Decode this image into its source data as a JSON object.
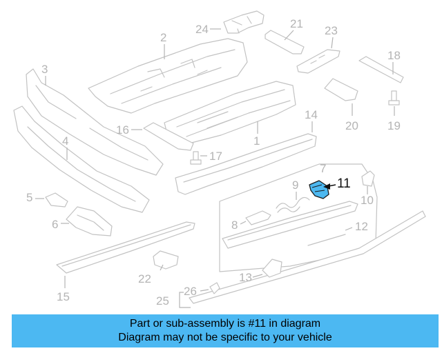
{
  "callouts": {
    "n1": "1",
    "n2": "2",
    "n3": "3",
    "n4": "4",
    "n5": "5",
    "n6": "6",
    "n7": "7",
    "n8": "8",
    "n9": "9",
    "n10": "10",
    "n11": "11",
    "n12": "12",
    "n13": "13",
    "n14": "14",
    "n15": "15",
    "n16": "16",
    "n17": "17",
    "n18": "18",
    "n19": "19",
    "n20": "20",
    "n21": "21",
    "n22": "22",
    "n23": "23",
    "n24": "24",
    "n25": "25",
    "n26": "26"
  },
  "highlighted_part": "11",
  "colors": {
    "highlight": "#4db8f0",
    "banner": "#4cb8f2",
    "line": "#c2c2c2"
  },
  "banner": {
    "line1": "Part or sub-assembly is #11 in diagram",
    "line2": "Diagram may not be specific to your vehicle"
  }
}
